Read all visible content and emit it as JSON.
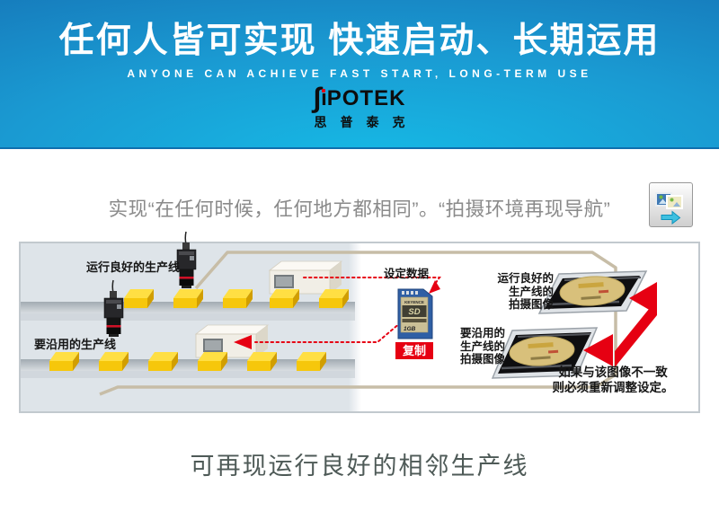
{
  "header": {
    "title": "任何人皆可实现 快速启动、长期运用",
    "tagline": "ANYONE CAN ACHIEVE FAST START, LONG-TERM USE",
    "logo": {
      "first": "∫",
      "i": "ı",
      "rest": "POTEK",
      "cn": "思普泰克"
    }
  },
  "subtitle": "实现“在任何时候，任何地方都相同”。“拍摄环境再现导航”",
  "diagram": {
    "good_line_label": "运行良好的生产线",
    "reuse_line_label": "要沿用的生产线",
    "setting_data_label": "设定数据",
    "copy_label": "复制",
    "sd_card": {
      "brand": "KEYENCE",
      "logo": "SD",
      "capacity": "1GB"
    },
    "good_photo_label": "运行良好的\n生产线的\n拍摄图像",
    "reuse_photo_label": "要沿用的\n生产线的\n拍摄图像",
    "mismatch_note": "如果与该图像不一致\n则必须重新调整设定。"
  },
  "footer_caption": "可再现运行良好的相邻生产线",
  "colors": {
    "accent_red": "#e60012",
    "header_blue": "#1573b6",
    "header_cyan": "#16b9e5",
    "sd_blue": "#2f5fa5",
    "box_yellow": "#f6c70b"
  }
}
